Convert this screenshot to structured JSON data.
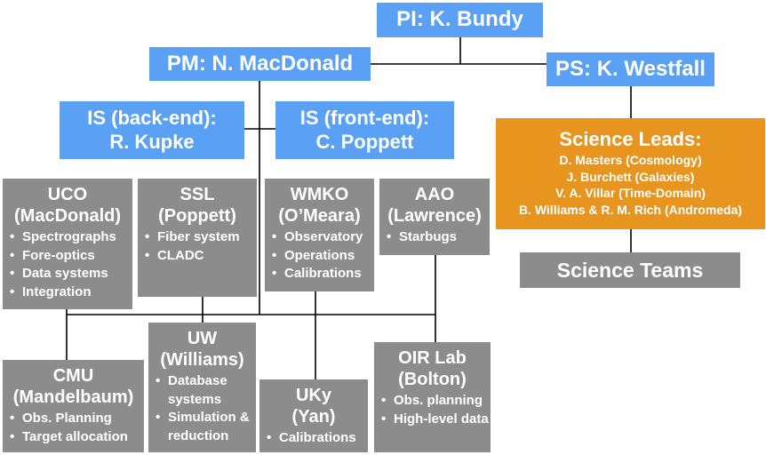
{
  "pi": "PI: K. Bundy",
  "pm": "PM: N. MacDonald",
  "ps": "PS: K. Westfall",
  "is_back": [
    "IS (back-end):",
    "R. Kupke"
  ],
  "is_front": [
    "IS (front-end):",
    "C. Poppett"
  ],
  "science_leads": {
    "title": "Science Leads:",
    "items": [
      "D. Masters (Cosmology)",
      "J. Burchett (Galaxies)",
      "V. A. Villar (Time-Domain)",
      "B. Williams & R. M. Rich (Andromeda)"
    ]
  },
  "science_teams": "Science Teams",
  "institutions": {
    "uco": {
      "title": [
        "UCO",
        "(MacDonald)"
      ],
      "items": [
        "Spectrographs",
        "Fore-optics",
        "Data systems",
        "Integration"
      ]
    },
    "ssl": {
      "title": [
        "SSL",
        "(Poppett)"
      ],
      "items": [
        "Fiber system",
        "CLADC"
      ]
    },
    "wmko": {
      "title": [
        "WMKO",
        "(O’Meara)"
      ],
      "items": [
        "Observatory",
        "Operations",
        "Calibrations"
      ]
    },
    "aao": {
      "title": [
        "AAO",
        "(Lawrence)"
      ],
      "items": [
        "Starbugs"
      ]
    },
    "cmu": {
      "title": [
        "CMU",
        "(Mandelbaum)"
      ],
      "items": [
        "Obs. Planning",
        "Target allocation"
      ]
    },
    "uw": {
      "title": [
        "UW",
        "(Williams)"
      ],
      "items": [
        "Database systems",
        "Simulation & reduction"
      ]
    },
    "uky": {
      "title": [
        "UKy",
        "(Yan)"
      ],
      "items": [
        "Calibrations"
      ]
    },
    "oir": {
      "title": [
        "OIR Lab",
        "(Bolton)"
      ],
      "items": [
        "Obs. planning",
        "High-level data"
      ]
    }
  },
  "colors": {
    "blue": "#5aa0f5",
    "orange": "#e8951f",
    "gray": "#8c8c8c",
    "line": "#000000"
  }
}
